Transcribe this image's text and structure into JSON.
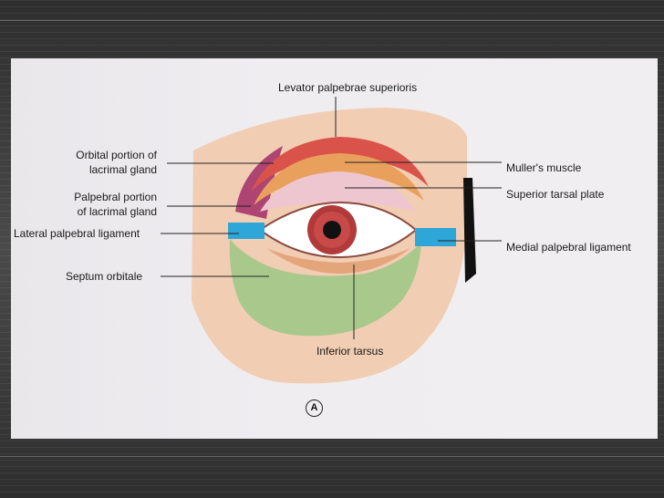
{
  "labels": {
    "levator": "Levator palpebrae superioris",
    "orbital_portion_line1": "Orbital portion of",
    "orbital_portion_line2": "lacrimal gland",
    "palpebral_portion_line1": "Palpebral portion",
    "palpebral_portion_line2": "of lacrimal gland",
    "lateral_ligament": "Lateral palpebral ligament",
    "septum": "Septum orbitale",
    "muller": "Muller's muscle",
    "superior_tarsal": "Superior tarsal plate",
    "medial_ligament": "Medial palpebral ligament",
    "inferior_tarsus": "Inferior tarsus",
    "figure_marker": "A"
  },
  "colors": {
    "skin": "#f1cdb4",
    "septum_green": "#a9c98c",
    "muscle_red": "#d9534a",
    "tarsal_plate": "#eec6d0",
    "ligament_blue": "#2fa6d8",
    "iris": "#b23a3a"
  }
}
